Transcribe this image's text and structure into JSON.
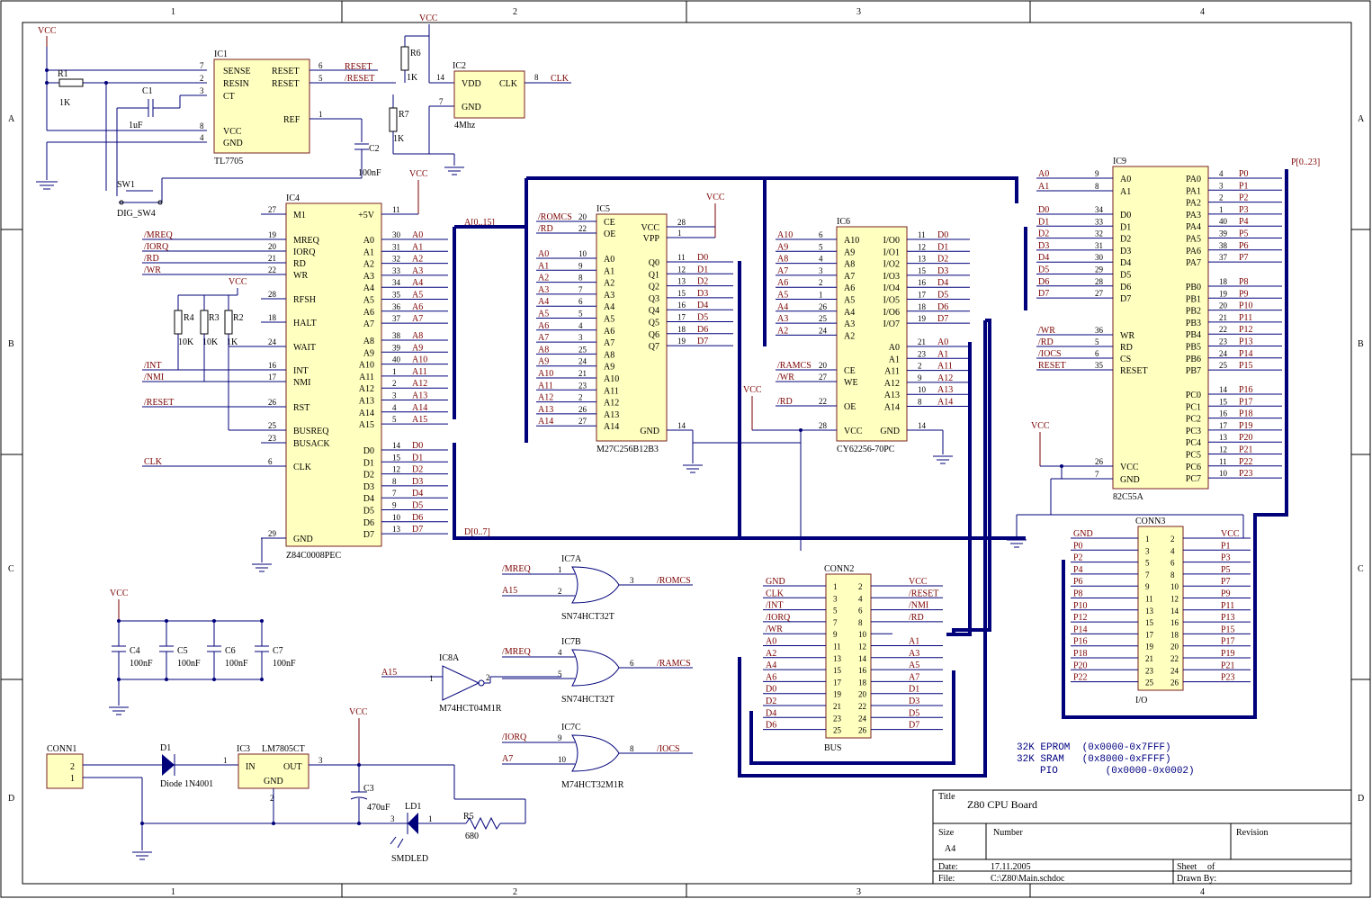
{
  "frame": {
    "columns": [
      "1",
      "2",
      "3",
      "4"
    ],
    "rows": [
      "A",
      "B",
      "C",
      "D"
    ]
  },
  "labels": {
    "vcc": "VCC",
    "gnd": "GND",
    "addr_bus": "A[0..15]",
    "data_bus": "D[0..7]",
    "port_bus": "P[0..23]",
    "clk": "CLK",
    "reset": "RESET",
    "nreset": "/RESET"
  },
  "reset_circuit": {
    "ic_ref": "IC1",
    "ic_part": "TL7705",
    "pins": [
      "SENSE",
      "RESIN",
      "CT",
      "VCC",
      "GND",
      "RESET",
      "RESET",
      "REF"
    ],
    "pin_numbers": [
      "7",
      "2",
      "3",
      "8",
      "4",
      "6",
      "5",
      "1"
    ],
    "r1": "R1",
    "r1_value": "1K",
    "c1": "C1",
    "c1_value": "1uF",
    "c2": "C2",
    "c2_value": "100nF",
    "sw": "SW1",
    "sw_part": "DIG_SW4"
  },
  "oscillator": {
    "ic_ref": "IC2",
    "freq": "4Mhz",
    "pins": [
      "VDD",
      "GND",
      "CLK"
    ],
    "pin_numbers": [
      "14",
      "7",
      "8"
    ],
    "r6": "R6",
    "r6_value": "1K",
    "r7": "R7",
    "r7_value": "1K"
  },
  "cpu": {
    "ref": "IC4",
    "part": "Z84C0008PEC",
    "left_pins": [
      "M1",
      "MREQ",
      "IORQ",
      "RD",
      "WR",
      "RFSH",
      "HALT",
      "WAIT",
      "INT",
      "NMI",
      "RST",
      "BUSREQ",
      "BUSACK",
      "CLK",
      "GND"
    ],
    "left_nums": [
      "27",
      "19",
      "20",
      "21",
      "22",
      "28",
      "18",
      "24",
      "16",
      "17",
      "26",
      "25",
      "23",
      "6",
      "29"
    ],
    "left_nets": [
      "",
      "/MREQ",
      "/IORQ",
      "/RD",
      "/WR",
      "",
      "",
      "",
      "/INT",
      "/NMI",
      "/RESET",
      "",
      "",
      "CLK",
      ""
    ],
    "right_pins": [
      "+5V",
      "A0",
      "A1",
      "A2",
      "A3",
      "A4",
      "A5",
      "A6",
      "A7",
      "A8",
      "A9",
      "A10",
      "A11",
      "A12",
      "A13",
      "A14",
      "A15",
      "D0",
      "D1",
      "D2",
      "D3",
      "D4",
      "D5",
      "D6",
      "D7"
    ],
    "right_nums": [
      "11",
      "30",
      "31",
      "32",
      "33",
      "34",
      "35",
      "36",
      "37",
      "38",
      "39",
      "40",
      "1",
      "2",
      "3",
      "4",
      "5",
      "14",
      "15",
      "12",
      "8",
      "7",
      "9",
      "10",
      "13"
    ],
    "r2": "R2",
    "r3": "R3",
    "r4": "R4",
    "r_value": "10K",
    "r2_value": "1K"
  },
  "eprom": {
    "ref": "IC5",
    "part": "M27C256B12B3",
    "left_pins": [
      "CE",
      "OE",
      "A0",
      "A1",
      "A2",
      "A3",
      "A4",
      "A5",
      "A6",
      "A7",
      "A8",
      "A9",
      "A10",
      "A11",
      "A12",
      "A13",
      "A14"
    ],
    "left_nums": [
      "20",
      "22",
      "10",
      "9",
      "8",
      "7",
      "6",
      "5",
      "4",
      "3",
      "25",
      "24",
      "21",
      "23",
      "2",
      "26",
      "27"
    ],
    "left_nets": [
      "/ROMCS",
      "/RD",
      "A0",
      "A1",
      "A2",
      "A3",
      "A4",
      "A5",
      "A6",
      "A7",
      "A8",
      "A9",
      "A10",
      "A11",
      "A12",
      "A13",
      "A14"
    ],
    "right_pins": [
      "VCC",
      "VPP",
      "Q0",
      "Q1",
      "Q2",
      "Q3",
      "Q4",
      "Q5",
      "Q6",
      "Q7",
      "GND"
    ],
    "right_nums": [
      "28",
      "1",
      "11",
      "12",
      "13",
      "15",
      "16",
      "17",
      "18",
      "19",
      "14"
    ],
    "right_nets": [
      "",
      "",
      "D0",
      "D1",
      "D2",
      "D3",
      "D4",
      "D5",
      "D6",
      "D7",
      ""
    ]
  },
  "sram": {
    "ref": "IC6",
    "part": "CY62256-70PC",
    "left_pins": [
      "A10",
      "A9",
      "A8",
      "A7",
      "A6",
      "A5",
      "A4",
      "A3",
      "A2",
      "CE",
      "WE",
      "OE",
      "VCC"
    ],
    "left_nums": [
      "6",
      "5",
      "4",
      "3",
      "2",
      "1",
      "26",
      "25",
      "24",
      "20",
      "27",
      "22",
      "28"
    ],
    "left_nets": [
      "A10",
      "A9",
      "A8",
      "A7",
      "A6",
      "A5",
      "A4",
      "A3",
      "A2",
      "/RAMCS",
      "/WR",
      "/RD",
      ""
    ],
    "right_pins": [
      "I/O0",
      "I/O1",
      "I/O2",
      "I/O3",
      "I/O4",
      "I/O5",
      "I/O6",
      "I/O7",
      "A0",
      "A1",
      "A11",
      "A12",
      "A13",
      "A14",
      "GND"
    ],
    "right_nums": [
      "11",
      "12",
      "13",
      "15",
      "16",
      "17",
      "18",
      "19",
      "21",
      "23",
      "2",
      "9",
      "10",
      "8",
      "14"
    ],
    "right_nets": [
      "D0",
      "D1",
      "D2",
      "D3",
      "D4",
      "D5",
      "D6",
      "D7",
      "A0",
      "A1",
      "A11",
      "A12",
      "A13",
      "A14",
      ""
    ]
  },
  "pio": {
    "ref": "IC9",
    "part": "82C55A",
    "left_pins": [
      "A0",
      "A1",
      "D0",
      "D1",
      "D2",
      "D3",
      "D4",
      "D5",
      "D6",
      "D7",
      "WR",
      "RD",
      "CS",
      "RESET",
      "VCC",
      "GND"
    ],
    "left_nums": [
      "9",
      "8",
      "34",
      "33",
      "32",
      "31",
      "30",
      "29",
      "28",
      "27",
      "36",
      "5",
      "6",
      "35",
      "26",
      "7"
    ],
    "left_nets": [
      "A0",
      "A1",
      "D0",
      "D1",
      "D2",
      "D3",
      "D4",
      "D5",
      "D6",
      "D7",
      "/WR",
      "/RD",
      "/IOCS",
      "RESET",
      "",
      ""
    ],
    "right_pins": [
      "PA0",
      "PA1",
      "PA2",
      "PA3",
      "PA4",
      "PA5",
      "PA6",
      "PA7",
      "PB0",
      "PB1",
      "PB2",
      "PB3",
      "PB4",
      "PB5",
      "PB6",
      "PB7",
      "PC0",
      "PC1",
      "PC2",
      "PC3",
      "PC4",
      "PC5",
      "PC6",
      "PC7"
    ],
    "right_nums": [
      "4",
      "3",
      "2",
      "1",
      "40",
      "39",
      "38",
      "37",
      "18",
      "19",
      "20",
      "21",
      "22",
      "23",
      "24",
      "25",
      "14",
      "15",
      "16",
      "17",
      "13",
      "12",
      "11",
      "10"
    ],
    "right_nets": [
      "P0",
      "P1",
      "P2",
      "P3",
      "P4",
      "P5",
      "P6",
      "P7",
      "P8",
      "P9",
      "P10",
      "P11",
      "P12",
      "P13",
      "P14",
      "P15",
      "P16",
      "P17",
      "P18",
      "P19",
      "P20",
      "P21",
      "P22",
      "P23"
    ]
  },
  "gates": [
    {
      "ref": "IC7A",
      "part": "SN74HCT32T",
      "in1": "/MREQ",
      "in2": "A15",
      "out": "/ROMCS",
      "pin1": "1",
      "pin2": "2",
      "pout": "3"
    },
    {
      "ref": "IC7B",
      "part": "SN74HCT32T",
      "in1": "/MREQ",
      "in2": "",
      "out": "/RAMCS",
      "pin1": "4",
      "pin2": "5",
      "pout": "6"
    },
    {
      "ref": "IC7C",
      "part": "M74HCT32M1R",
      "in1": "/IORQ",
      "in2": "A7",
      "out": "/IOCS",
      "pin1": "9",
      "pin2": "10",
      "pout": "8"
    }
  ],
  "inverter": {
    "ref": "IC8A",
    "part": "M74HCT04M1R",
    "in": "A15",
    "pin_in": "1",
    "pin_out": "2"
  },
  "decoupling": {
    "refs": [
      "C4",
      "C5",
      "C6",
      "C7"
    ],
    "value": "100nF"
  },
  "power": {
    "conn": "CONN1",
    "conn_pins": [
      "2",
      "1"
    ],
    "diode": "D1",
    "diode_part": "Diode 1N4001",
    "reg": "IC3",
    "reg_part": "LM7805CT",
    "reg_pins": [
      "IN",
      "OUT",
      "GND"
    ],
    "reg_nums": [
      "1",
      "3",
      "2"
    ],
    "c3": "C3",
    "c3_value": "470uF",
    "led": "LD1",
    "led_part": "SMDLED",
    "led_nums": [
      "3",
      "1"
    ],
    "r5": "R5",
    "r5_value": "680"
  },
  "bus_connector": {
    "ref": "CONN2",
    "name": "BUS",
    "left_nets": [
      "GND",
      "CLK",
      "/INT",
      "/IORQ",
      "/WR",
      "A0",
      "A2",
      "A4",
      "A6",
      "D0",
      "D2",
      "D4",
      "D6"
    ],
    "left_nums": [
      "1",
      "3",
      "5",
      "7",
      "9",
      "11",
      "13",
      "15",
      "17",
      "19",
      "21",
      "23",
      "25"
    ],
    "right_nets": [
      "VCC",
      "/RESET",
      "/NMI",
      "/RD",
      "",
      "A1",
      "A3",
      "A5",
      "A7",
      "D1",
      "D3",
      "D5",
      "D7"
    ],
    "right_nums": [
      "2",
      "4",
      "6",
      "8",
      "10",
      "12",
      "14",
      "16",
      "18",
      "20",
      "22",
      "24",
      "26"
    ]
  },
  "io_connector": {
    "ref": "CONN3",
    "name": "I/O",
    "left_nets": [
      "GND",
      "P0",
      "P2",
      "P4",
      "P6",
      "P8",
      "P10",
      "P12",
      "P14",
      "P16",
      "P18",
      "P20",
      "P22"
    ],
    "left_nums": [
      "1",
      "3",
      "5",
      "7",
      "9",
      "11",
      "13",
      "15",
      "17",
      "19",
      "21",
      "23",
      "25"
    ],
    "right_nets": [
      "VCC",
      "P1",
      "P3",
      "P5",
      "P7",
      "P9",
      "P11",
      "P13",
      "P15",
      "P17",
      "P19",
      "P21",
      "P23"
    ],
    "right_nums": [
      "2",
      "4",
      "6",
      "8",
      "10",
      "12",
      "14",
      "16",
      "18",
      "20",
      "22",
      "24",
      "26"
    ]
  },
  "memory_map": [
    "32K EPROM  (0x0000-0x7FFF)",
    "32K SRAM   (0x8000-0xFFFF)",
    "PIO        (0x0000-0x0002)"
  ],
  "title_block": {
    "title_label": "Title",
    "title": "Z80 CPU Board",
    "size_label": "Size",
    "size": "A4",
    "number_label": "Number",
    "revision_label": "Revision",
    "date_label": "Date:",
    "date": "17.11.2005",
    "file_label": "File:",
    "file": "C:\\Z80\\Main.schdoc",
    "sheet_label": "Sheet",
    "of_label": "of",
    "drawn_label": "Drawn By:"
  }
}
